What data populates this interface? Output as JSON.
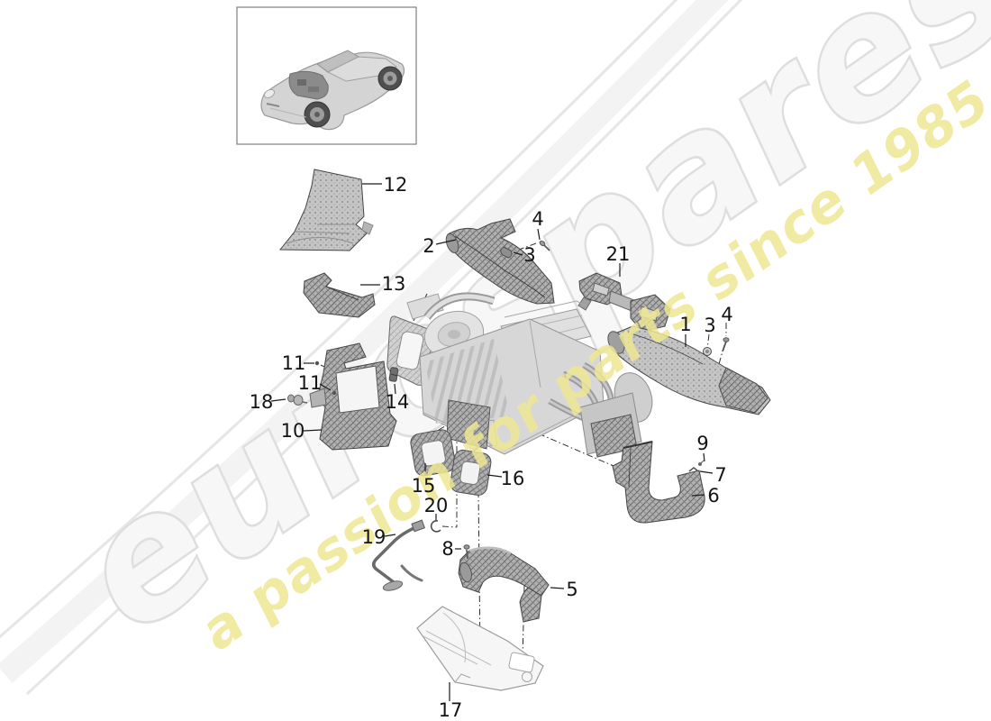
{
  "watermark": {
    "brand": "eurospares",
    "tagline": "a passion for parts since 1985"
  },
  "colors": {
    "background": "#ffffff",
    "swoosh": "#e6e6e6",
    "watermark_brand_fill": "#f7f7f7",
    "watermark_brand_outline": "#dedede",
    "watermark_tagline": "#efe793",
    "callout_text": "#141414",
    "line_art_light": "#d6d6d6",
    "line_art_dark": "#8f8f8f"
  },
  "icons": {
    "car_thumbnail": "sports-car-cutaway-illustration"
  },
  "callouts": {
    "c1": "1",
    "c2": "2",
    "c3a": "3",
    "c3b": "3",
    "c4a": "4",
    "c4b": "4",
    "c5": "5",
    "c6": "6",
    "c7": "7",
    "c8": "8",
    "c9": "9",
    "c10": "10",
    "c11a": "11",
    "c11b": "11",
    "c12": "12",
    "c13": "13",
    "c14": "14",
    "c15": "15",
    "c16": "16",
    "c17": "17",
    "c18": "18",
    "c19": "19",
    "c20": "20",
    "c21": "21"
  }
}
